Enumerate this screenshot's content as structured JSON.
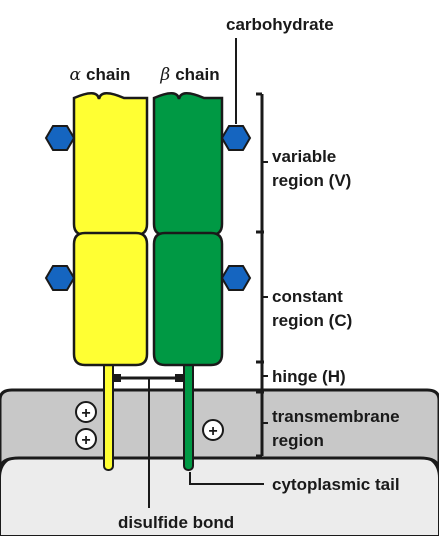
{
  "chains": {
    "alpha_symbol": "α",
    "alpha_suffix": "chain",
    "beta_symbol": "β",
    "beta_suffix": "chain"
  },
  "labels": {
    "carbohydrate": "carbohydrate",
    "variable_region_line1": "variable",
    "variable_region_line2": "region (V)",
    "constant_region_line1": "constant",
    "constant_region_line2": "region (C)",
    "hinge": "hinge (H)",
    "transmembrane_line1": "transmembrane",
    "transmembrane_line2": "region",
    "cytoplasmic_tail": "cytoplasmic tail",
    "disulfide_bond": "disulfide bond"
  },
  "charges": {
    "symbol": "+"
  },
  "colors": {
    "alpha_chain": "#ffff33",
    "beta_chain": "#009944",
    "carbohydrate": "#1565c0",
    "membrane": "#c8c8c8",
    "cytoplasm": "#ececec",
    "outline": "#1a1a1a"
  }
}
